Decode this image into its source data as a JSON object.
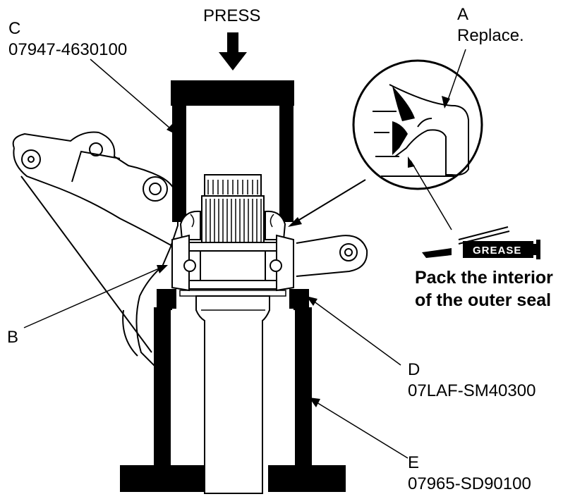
{
  "press_label": "PRESS",
  "callouts": {
    "a": {
      "letter": "A",
      "text": "Replace."
    },
    "b": {
      "letter": "B"
    },
    "c": {
      "letter": "C",
      "part_number": "07947-4630100"
    },
    "d": {
      "letter": "D",
      "part_number": "07LAF-SM40300"
    },
    "e": {
      "letter": "E",
      "part_number": "07965-SD90100"
    }
  },
  "grease": {
    "tag": "GREASE",
    "note_line1": "Pack the interior",
    "note_line2": "of the outer seal"
  }
}
